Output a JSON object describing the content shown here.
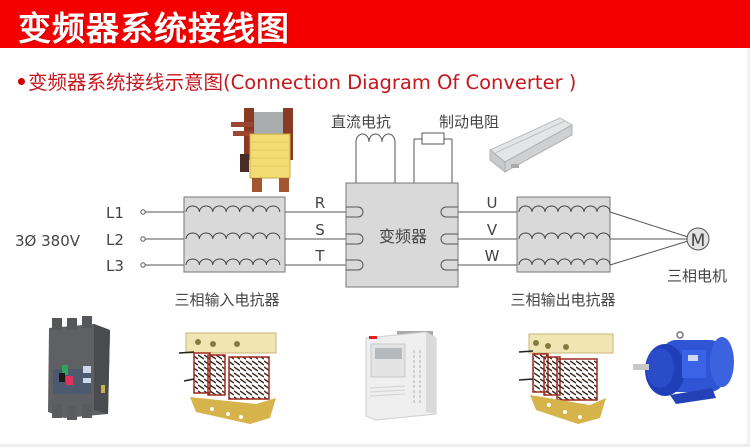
{
  "header": {
    "title": "变频器系统接线图",
    "subtitle": "变频器系统接线示意图(Connection Diagram Of Converter )",
    "banner_color": "#f40000",
    "subtitle_color": "#c5171d"
  },
  "diagram": {
    "supply_label": "3Ø 380V",
    "input_lines": [
      "L1",
      "L2",
      "L3"
    ],
    "input_phases": [
      "R",
      "S",
      "T"
    ],
    "output_phases": [
      "U",
      "V",
      "W"
    ],
    "converter_label": "变频器",
    "dc_reactor_label": "直流电抗",
    "brake_resistor_label": "制动电阻",
    "input_reactor_label": "三相输入电抗器",
    "output_reactor_label": "三相输出电抗器",
    "motor_symbol": "M",
    "motor_label": "三相电机"
  },
  "photos": [
    {
      "name": "dc-reactor-photo",
      "icon": "dc-reactor-icon"
    },
    {
      "name": "brake-resistor-photo",
      "icon": "brake-resistor-icon"
    },
    {
      "name": "circuit-breaker-photo",
      "icon": "circuit-breaker-icon"
    },
    {
      "name": "input-reactor-photo",
      "icon": "three-phase-reactor-icon"
    },
    {
      "name": "converter-photo",
      "icon": "inverter-icon"
    },
    {
      "name": "output-reactor-photo",
      "icon": "three-phase-reactor-icon"
    },
    {
      "name": "motor-photo",
      "icon": "electric-motor-icon"
    }
  ]
}
